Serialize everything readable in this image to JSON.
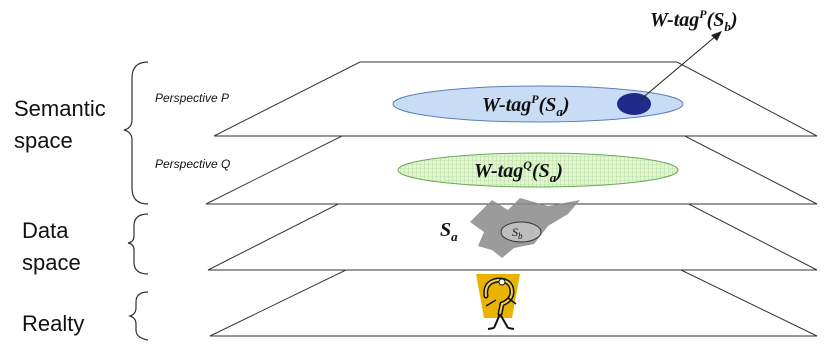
{
  "side_labels": {
    "semantic_line1": "Semantic",
    "semantic_line2": "space",
    "data_line1": "Data",
    "data_line2": "space",
    "reality": "Realty"
  },
  "perspectives": {
    "p": "Perspective P",
    "q": "Perspective Q"
  },
  "tags": {
    "prefix": "W-tag",
    "p_super": "P",
    "q_super": "Q",
    "sa_base": "S",
    "sa_sub": "a",
    "sb_base": "S",
    "sb_sub": "b",
    "open_paren": "(",
    "close_paren": ")"
  },
  "data_space": {
    "sa_label": "S",
    "sa_sub": "a",
    "sb_label": "S",
    "sb_sub": "b"
  },
  "colors": {
    "ellipse_p_fill": "#c9dcf5",
    "ellipse_p_stroke": "#5b7fb8",
    "ellipse_q_fill": "#d8f3c8",
    "ellipse_q_stroke": "#6aa85a",
    "dot_fill": "#1f2a8a",
    "shadow": "#8a8a8a",
    "icon_bg": "#e8b400"
  },
  "icons": {
    "reality_figure": "question-mark-figure-icon"
  }
}
